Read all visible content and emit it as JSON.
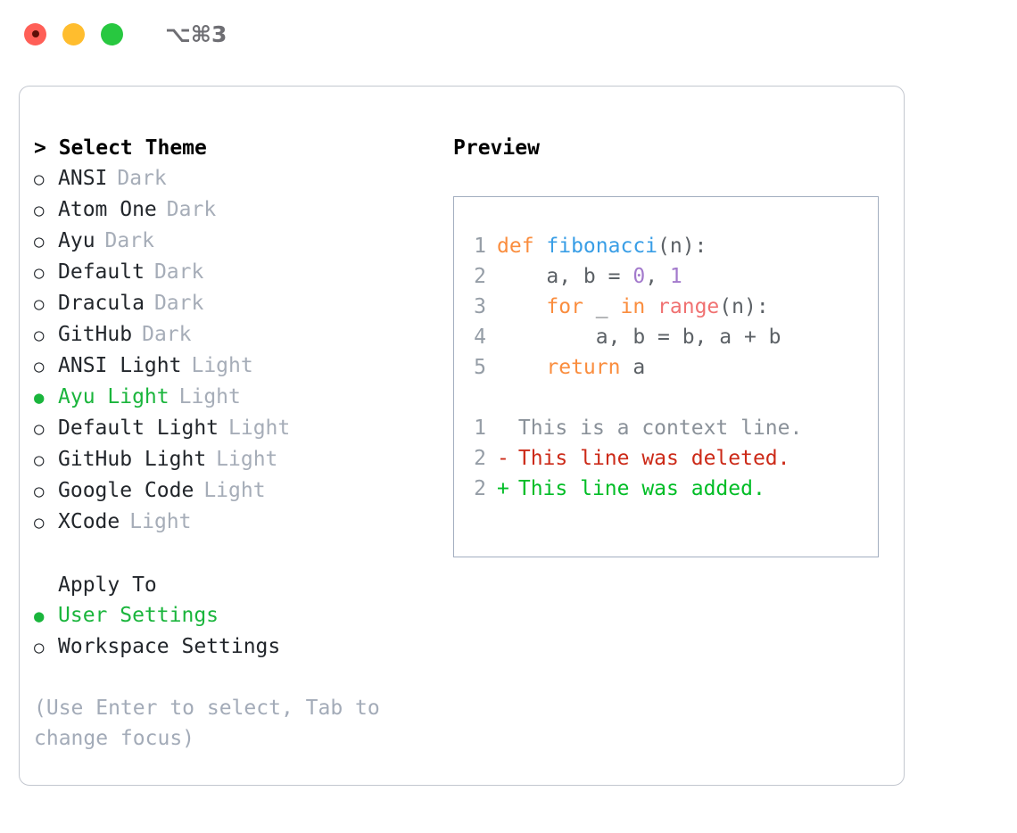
{
  "titlebar": {
    "shortcut": "⌥⌘3",
    "lights": [
      {
        "name": "close",
        "color": "#ff5f57"
      },
      {
        "name": "minimize",
        "color": "#ffbd2e"
      },
      {
        "name": "maximize",
        "color": "#28c840"
      }
    ]
  },
  "theme_picker": {
    "header": "> Select Theme",
    "selection_color": "#1ab53c",
    "tag_color": "#a6adb8",
    "marker_selected": "●",
    "marker_unselected": "○",
    "themes": [
      {
        "label": "ANSI",
        "tag": "Dark",
        "selected": false
      },
      {
        "label": "Atom One",
        "tag": "Dark",
        "selected": false
      },
      {
        "label": "Ayu",
        "tag": "Dark",
        "selected": false
      },
      {
        "label": "Default",
        "tag": "Dark",
        "selected": false
      },
      {
        "label": "Dracula",
        "tag": "Dark",
        "selected": false
      },
      {
        "label": "GitHub",
        "tag": "Dark",
        "selected": false
      },
      {
        "label": "ANSI Light",
        "tag": "Light",
        "selected": false
      },
      {
        "label": "Ayu Light",
        "tag": "Light",
        "selected": true
      },
      {
        "label": "Default Light",
        "tag": "Light",
        "selected": false
      },
      {
        "label": "GitHub Light",
        "tag": "Light",
        "selected": false
      },
      {
        "label": "Google Code",
        "tag": "Light",
        "selected": false
      },
      {
        "label": "XCode",
        "tag": "Light",
        "selected": false
      }
    ]
  },
  "apply_to": {
    "header": "Apply To",
    "options": [
      {
        "label": "User Settings",
        "selected": true
      },
      {
        "label": "Workspace Settings",
        "selected": false
      }
    ]
  },
  "hint": "(Use Enter to select, Tab to change focus)",
  "preview": {
    "title": "Preview",
    "border_color": "#a3aec0",
    "lineno_color": "#959da6",
    "code_lines": [
      {
        "no": "1",
        "tokens": [
          {
            "t": "def ",
            "c": "kw"
          },
          {
            "t": "fibonacci",
            "c": "fn"
          },
          {
            "t": "(n):",
            "c": "plain"
          }
        ]
      },
      {
        "no": "2",
        "tokens": [
          {
            "t": "    a, b = ",
            "c": "plain"
          },
          {
            "t": "0",
            "c": "num"
          },
          {
            "t": ", ",
            "c": "plain"
          },
          {
            "t": "1",
            "c": "num"
          }
        ]
      },
      {
        "no": "3",
        "tokens": [
          {
            "t": "    ",
            "c": "plain"
          },
          {
            "t": "for",
            "c": "kw"
          },
          {
            "t": " _ ",
            "c": "plain"
          },
          {
            "t": "in",
            "c": "kw"
          },
          {
            "t": " ",
            "c": "plain"
          },
          {
            "t": "range",
            "c": "call"
          },
          {
            "t": "(n):",
            "c": "plain"
          }
        ]
      },
      {
        "no": "4",
        "tokens": [
          {
            "t": "        a, b = b, a + b",
            "c": "plain"
          }
        ]
      },
      {
        "no": "5",
        "tokens": [
          {
            "t": "    ",
            "c": "plain"
          },
          {
            "t": "return",
            "c": "kw"
          },
          {
            "t": " a",
            "c": "plain"
          }
        ]
      }
    ],
    "diff_lines": [
      {
        "no": "1",
        "marker": " ",
        "text": "This is a context line.",
        "kind": "ctx"
      },
      {
        "no": "2",
        "marker": "-",
        "text": "This line was deleted.",
        "kind": "del"
      },
      {
        "no": "2",
        "marker": "+",
        "text": "This line was added.",
        "kind": "add"
      }
    ],
    "syntax_colors": {
      "keyword": "#fa8d3e",
      "function": "#399ee6",
      "number": "#a37acc",
      "call": "#f07171",
      "foreground": "#5c6166",
      "diff_context": "#8a9199",
      "diff_deleted": "#cc2a18",
      "diff_added": "#00bd26"
    }
  }
}
